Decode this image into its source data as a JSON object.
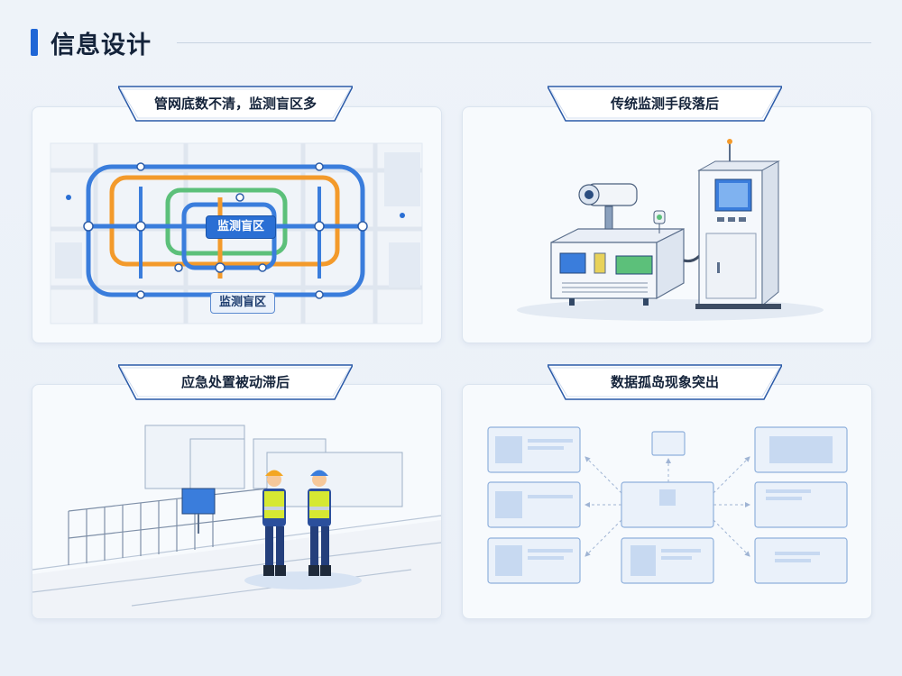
{
  "page": {
    "title": "信息设计"
  },
  "cards": [
    {
      "label": "管网底数不清，监测盲区多",
      "map_label_main": "监测盲区",
      "map_label_sub": "监测盲区"
    },
    {
      "label": "传统监测手段落后"
    },
    {
      "label": "应急处置被动滞后"
    },
    {
      "label": "数据孤岛现象突出"
    }
  ],
  "colors": {
    "accent": "#1f66d6",
    "pipe_blue": "#3a7ddc",
    "pipe_orange": "#f39a2b",
    "pipe_green": "#5cc07a",
    "vest": "#d6e832"
  }
}
